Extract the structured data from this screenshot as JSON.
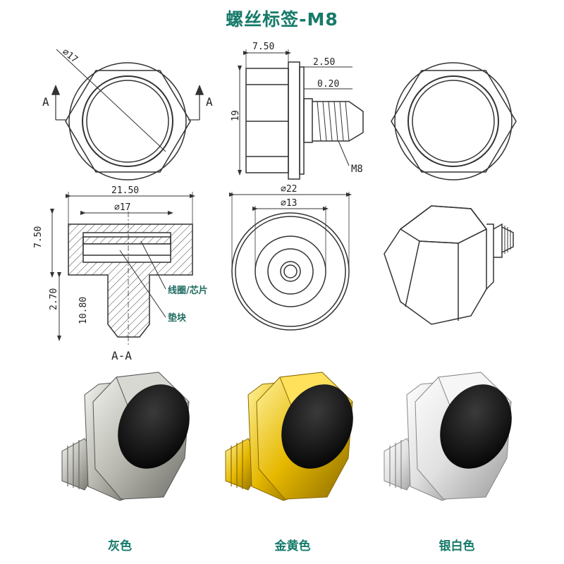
{
  "title": "螺丝标签-M8",
  "dimensions": {
    "diam_17_top": "⌀17",
    "width_7_50": "7.50",
    "thick_2_50": "2.50",
    "gap_0_20": "0.20",
    "height_19": "19",
    "thread": "M8",
    "width_21_50": "21.50",
    "diam_17_section": "⌀17",
    "height_7_50": "7.50",
    "height_2_70": "2.70",
    "height_10_80": "10.80",
    "diam_22": "⌀22",
    "diam_13": "⌀13"
  },
  "section": {
    "arrow_left": "A",
    "arrow_right": "A",
    "label": "A-A",
    "callout_coil": "线圈/芯片",
    "callout_pad": "垫块"
  },
  "variants": [
    {
      "caption": "灰色",
      "color": "#b8b8b0"
    },
    {
      "caption": "金黄色",
      "color": "#e6b800"
    },
    {
      "caption": "银白色",
      "color": "#e8e8e8"
    }
  ]
}
